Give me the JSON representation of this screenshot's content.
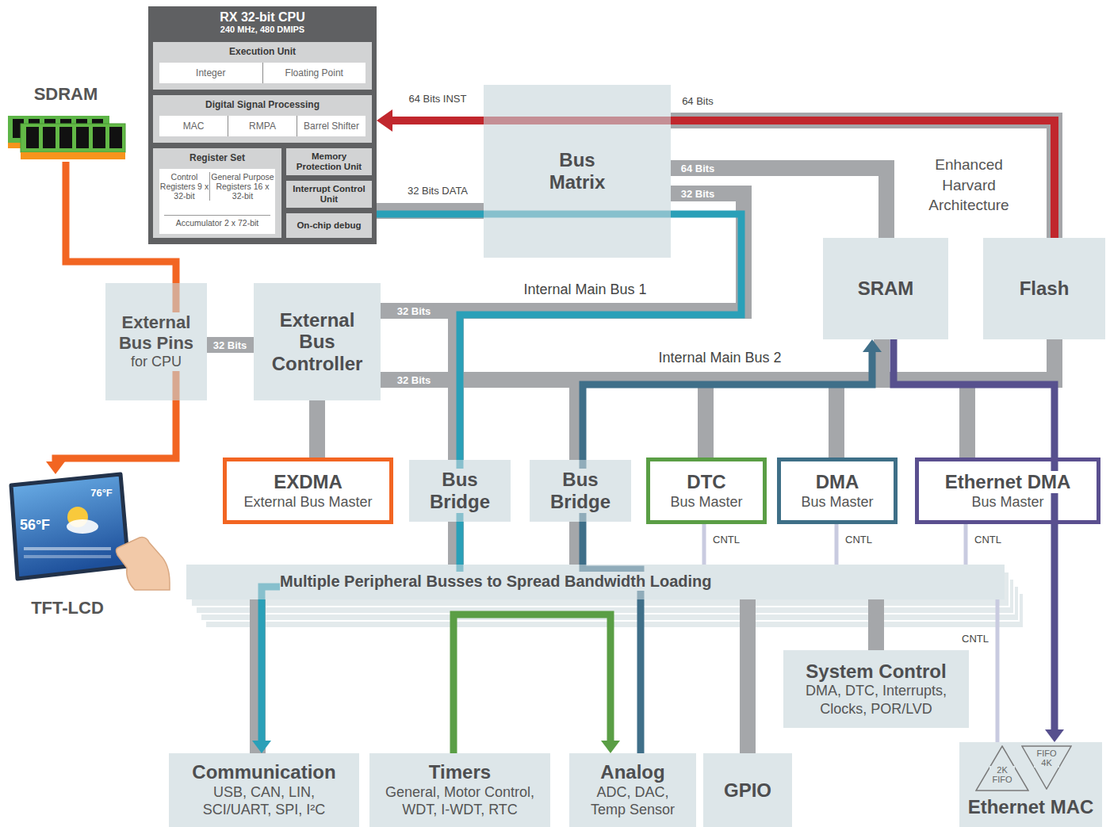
{
  "diagram": {
    "nodes": [
      {
        "text": [
          "RX 32-bit CPU",
          "240 MHz, 480 DMIPS"
        ]
      },
      {
        "text": [
          "Execution Unit"
        ],
        "in": 0
      },
      {
        "text": [
          "Integer",
          "Floating Point"
        ],
        "in": 1
      },
      {
        "text": [
          "Digital Signal Processing"
        ],
        "in": 0
      },
      {
        "text": [
          "MAC",
          "RMPA",
          "Barrel Shifter"
        ],
        "in": 3
      },
      {
        "text": [
          "Register Set"
        ],
        "in": 0
      },
      {
        "text": [
          "Control Registers 9 x 32-bit",
          "General Purpose Registers 16 x 32-bit",
          "Accumulator 2 x 72-bit"
        ],
        "in": 5
      },
      {
        "text": [
          "Memory Protection Unit"
        ],
        "in": 0
      },
      {
        "text": [
          "Interrupt Control Unit"
        ],
        "in": 0
      },
      {
        "text": [
          "On-chip debug"
        ],
        "in": 0
      },
      {
        "text": [
          "SDRAM"
        ]
      },
      {
        "text": [
          "Bus Matrix"
        ]
      },
      {
        "text": [
          "SRAM"
        ]
      },
      {
        "text": [
          "Flash"
        ]
      },
      {
        "text": [
          "External Bus Pins",
          "for CPU"
        ]
      },
      {
        "text": [
          "External Bus Controller"
        ]
      },
      {
        "text": [
          "EXDMA",
          "External Bus Master"
        ]
      },
      {
        "text": [
          "Bus Bridge"
        ]
      },
      {
        "text": [
          "Bus Bridge"
        ]
      },
      {
        "text": [
          "DTC",
          "Bus Master"
        ]
      },
      {
        "text": [
          "DMA",
          "Bus Master"
        ]
      },
      {
        "text": [
          "Ethernet DMA",
          "Bus Master"
        ]
      },
      {
        "text": [
          "Multiple Peripheral Busses to Spread Bandwidth Loading"
        ]
      },
      {
        "text": [
          "System Control",
          "DMA, DTC, Interrupts, Clocks, POR/LVD"
        ]
      },
      {
        "text": [
          "TFT-LCD"
        ]
      },
      {
        "text": [
          "Communication",
          "USB, CAN, LIN, SCI/UART, SPI, I²C"
        ]
      },
      {
        "text": [
          "Timers",
          "General, Motor Control, WDT, I-WDT, RTC"
        ]
      },
      {
        "text": [
          "Analog",
          "ADC, DAC, Temp Sensor"
        ]
      },
      {
        "text": [
          "GPIO"
        ]
      },
      {
        "text": [
          "Ethernet MAC"
        ]
      },
      {
        "text": [
          "2K FIFO"
        ],
        "in": 29
      },
      {
        "text": [
          "FIFO 4K"
        ],
        "in": 29
      }
    ],
    "edges": [
      {
        "from": 11,
        "to": 13,
        "arrow": "none",
        "label": "64 Bits"
      },
      {
        "from": 13,
        "to": 0,
        "arrow": "to",
        "label": "64 Bits INST"
      },
      {
        "from": 0,
        "to": 11,
        "arrow": "none",
        "label": "32 Bits DATA"
      },
      {
        "from": 11,
        "to": 12,
        "arrow": "none",
        "label": "64 Bits"
      },
      {
        "from": 11,
        "to": 15,
        "arrow": "none",
        "label": "32 Bits"
      },
      {
        "from": 14,
        "to": 15,
        "arrow": "none",
        "label": "32 Bits"
      },
      {
        "from": 15,
        "to": 16,
        "arrow": "none"
      },
      {
        "from": 11,
        "to": 17,
        "arrow": "none"
      },
      {
        "from": 15,
        "to": 12,
        "arrow": "none",
        "label": "32 Bits"
      },
      {
        "from": 15,
        "to": 13,
        "arrow": "none"
      },
      {
        "from": 15,
        "to": 18,
        "arrow": "none"
      },
      {
        "from": 15,
        "to": 19,
        "arrow": "none"
      },
      {
        "from": 15,
        "to": 20,
        "arrow": "none"
      },
      {
        "from": 15,
        "to": 21,
        "arrow": "none"
      },
      {
        "from": 17,
        "to": 22,
        "arrow": "none"
      },
      {
        "from": 18,
        "to": 22,
        "arrow": "none"
      },
      {
        "from": 22,
        "to": 25,
        "arrow": "none"
      },
      {
        "from": 22,
        "to": 28,
        "arrow": "none"
      },
      {
        "from": 22,
        "to": 23,
        "arrow": "none"
      },
      {
        "from": 19,
        "to": 22,
        "arrow": "none",
        "label": "CNTL"
      },
      {
        "from": 20,
        "to": 22,
        "arrow": "none",
        "label": "CNTL"
      },
      {
        "from": 21,
        "to": 22,
        "arrow": "none",
        "label": "CNTL"
      },
      {
        "from": 22,
        "to": 29,
        "arrow": "none",
        "label": "CNTL"
      },
      {
        "from": 10,
        "to": 24,
        "arrow": "to"
      },
      {
        "from": 0,
        "to": 25,
        "arrow": "to"
      },
      {
        "from": 26,
        "to": 27,
        "arrow": "to"
      },
      {
        "from": 27,
        "to": 12,
        "arrow": "to"
      },
      {
        "from": 12,
        "to": 29,
        "arrow": "to"
      }
    ],
    "labels": [
      "32 Bits",
      "Internal Main Bus 1",
      "Internal Main Bus 2",
      "Enhanced Harvard Architecture",
      "56°F",
      "76°F"
    ]
  }
}
